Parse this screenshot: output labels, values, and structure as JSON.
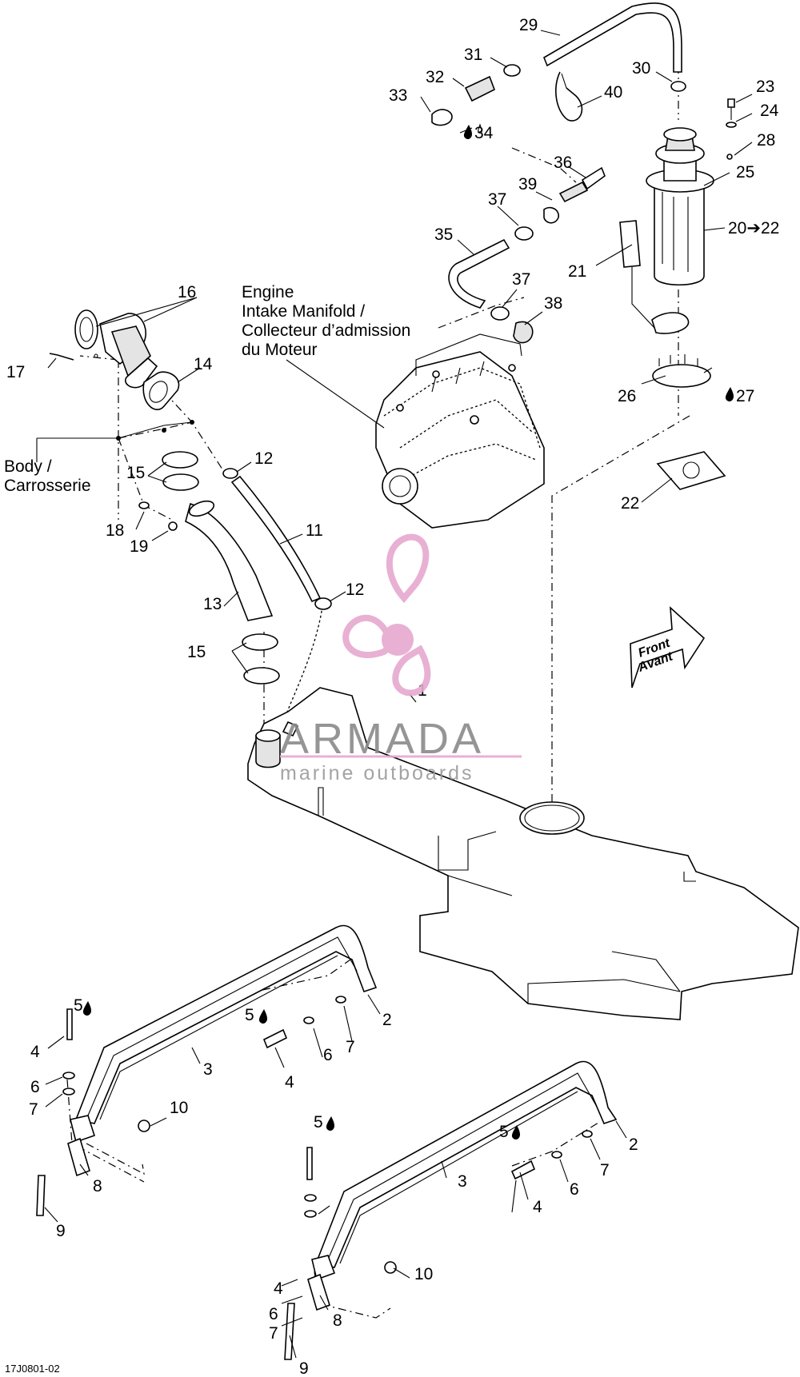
{
  "diagram": {
    "callouts": {
      "c1": "1",
      "c2a": "2",
      "c2b": "2",
      "c3a": "3",
      "c3b": "3",
      "c4a": "4",
      "c4b": "4",
      "c4c": "4",
      "c4d": "4",
      "c5a": "5",
      "c5b": "5",
      "c5c": "5",
      "c5d": "5",
      "c6a": "6",
      "c6b": "6",
      "c6c": "6",
      "c6d": "6",
      "c7a": "7",
      "c7b": "7",
      "c7c": "7",
      "c7d": "7",
      "c8a": "8",
      "c8b": "8",
      "c9a": "9",
      "c9b": "9",
      "c10a": "10",
      "c10b": "10",
      "c11": "11",
      "c12a": "12",
      "c12b": "12",
      "c13": "13",
      "c14": "14",
      "c15a": "15",
      "c15b": "15",
      "c16": "16",
      "c17": "17",
      "c18": "18",
      "c19": "19",
      "c20": "20➔22",
      "c21": "21",
      "c22a": "22",
      "c23": "23",
      "c24": "24",
      "c25": "25",
      "c26": "26",
      "c27": "27",
      "c28": "28",
      "c29": "29",
      "c30": "30",
      "c31": "31",
      "c32": "32",
      "c33": "33",
      "c34": "34",
      "c35": "35",
      "c36": "36",
      "c37a": "37",
      "c37b": "37",
      "c38": "38",
      "c39": "39",
      "c40": "40"
    },
    "labels": {
      "engine_line1": "Engine",
      "engine_line2": "Intake Manifold /",
      "engine_line3": "Collecteur d’admission",
      "engine_line4": "du Moteur",
      "body_line1": "Body /",
      "body_line2": "Carrosserie",
      "front": "Front",
      "avant": "Avant"
    },
    "figure_code": "17J0801-02",
    "watermark": {
      "title": "ARMADA",
      "subtitle": "marine outboards"
    },
    "colors": {
      "line": "#000000",
      "watermark_logo": "#e6a8cf",
      "watermark_text": "#8a8a8a"
    },
    "icons": {
      "drop": "drop-icon",
      "arrow": "arrow-right-icon"
    }
  }
}
